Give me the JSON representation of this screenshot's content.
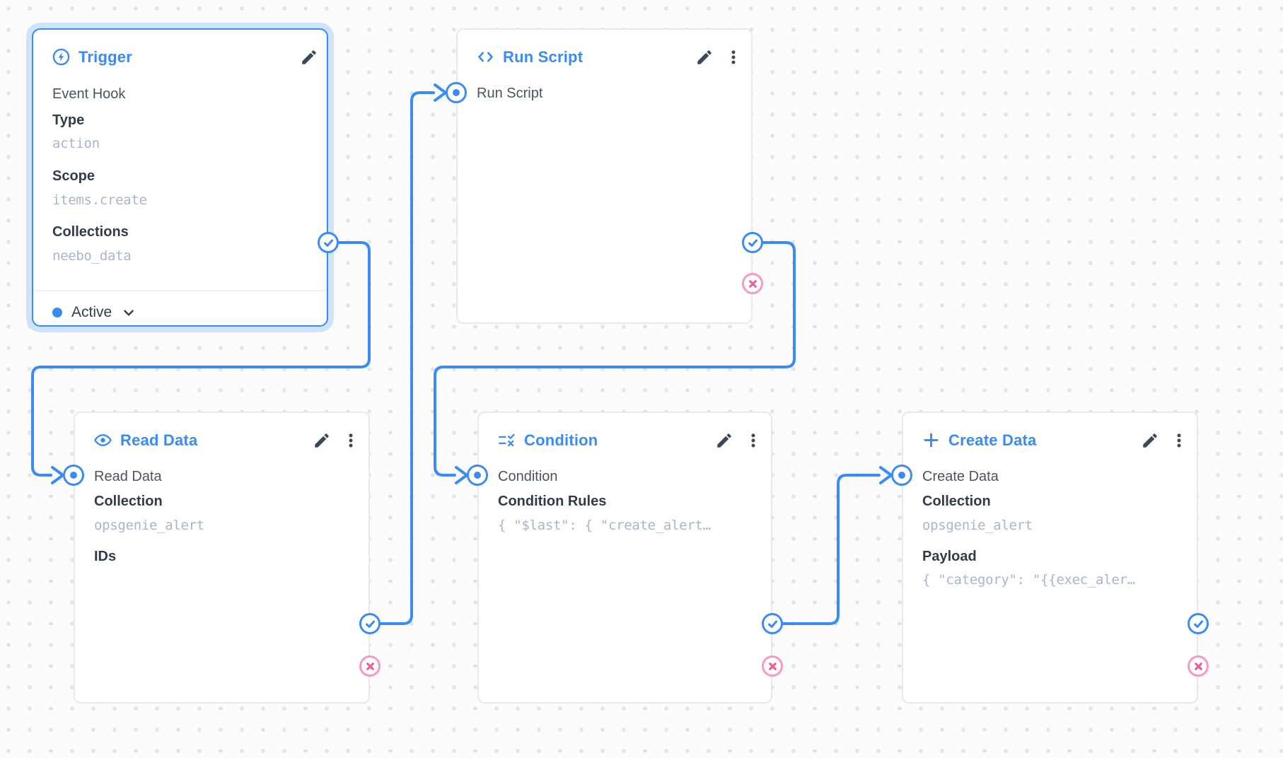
{
  "colors": {
    "accent": "#3a8bf5",
    "reject": "#ee5a9d",
    "reject_ring": "#f599c7",
    "selection_glow": "#cfe3fb",
    "mono_text": "#a9b4cf",
    "label_text": "#313c4a",
    "body_text": "#4a5462",
    "card_border": "#e7e9ec",
    "canvas_dot": "#e3e4e7",
    "background": "#fcfcfd"
  },
  "icons": {
    "trigger": "bolt-in-circle",
    "run_script": "code-brackets",
    "read_data": "eye",
    "condition": "rule-check-x",
    "create_data": "plus",
    "edit": "pencil",
    "menu": "three-dots-vertical",
    "status_expand": "chevron-down",
    "input_port": "circle-dot",
    "resolve_port": "circle-check",
    "reject_port": "circle-x"
  },
  "nodes": {
    "trigger": {
      "title": "Trigger",
      "subtitle": "Event Hook",
      "fields": [
        {
          "label": "Type",
          "value": "action"
        },
        {
          "label": "Scope",
          "value": "items.create"
        },
        {
          "label": "Collections",
          "value": "neebo_data"
        }
      ],
      "status": {
        "label": "Active"
      }
    },
    "run_script": {
      "title": "Run Script",
      "input_label": "Run Script"
    },
    "read_data": {
      "title": "Read Data",
      "input_label": "Read Data",
      "fields": [
        {
          "label": "Collection",
          "value": "opsgenie_alert"
        },
        {
          "label": "IDs"
        }
      ]
    },
    "condition": {
      "title": "Condition",
      "input_label": "Condition",
      "fields": [
        {
          "label": "Condition Rules",
          "value": "{ \"$last\": { \"create_alert…"
        }
      ]
    },
    "create_data": {
      "title": "Create Data",
      "input_label": "Create Data",
      "fields": [
        {
          "label": "Collection",
          "value": "opsgenie_alert"
        },
        {
          "label": "Payload",
          "value": "{ \"category\": \"{{exec_aler…"
        }
      ]
    }
  }
}
